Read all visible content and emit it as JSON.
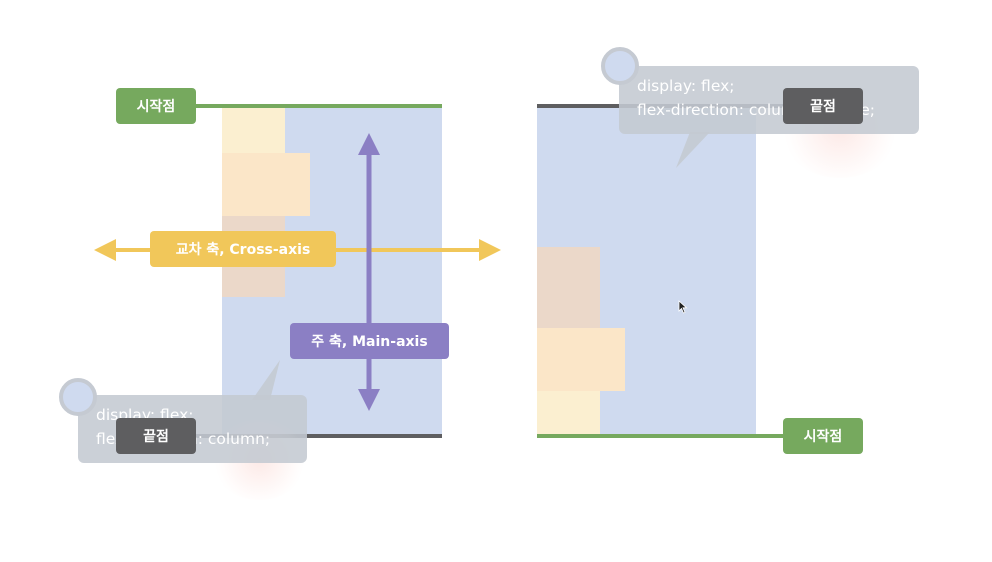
{
  "left_diagram": {
    "start_label": "시작점",
    "end_label": "끝점",
    "cross_axis_label": "교차 축, Cross-axis",
    "main_axis_label": "주 축, Main-axis",
    "code_line1": "display: flex;",
    "code_line2": "flex-direction: column;"
  },
  "right_diagram": {
    "start_label": "시작점",
    "end_label": "끝점",
    "code_line1": "display: flex;",
    "code_line2": "flex-direction: column-reverse;"
  },
  "colors": {
    "panel": "#cfdaef",
    "start_green": "#76a95e",
    "end_dark": "#5e5e60",
    "cross_axis_yellow": "#f1c75a",
    "main_axis_purple": "#8b7fc4",
    "item_light": "#fbefd0",
    "item_mid": "#f8e6cb",
    "item_dark": "#ebd8c9"
  },
  "icons": [
    "arrow-horizontal-icon",
    "arrow-vertical-icon",
    "mouse-cursor-icon",
    "callout-bubble-icon"
  ]
}
